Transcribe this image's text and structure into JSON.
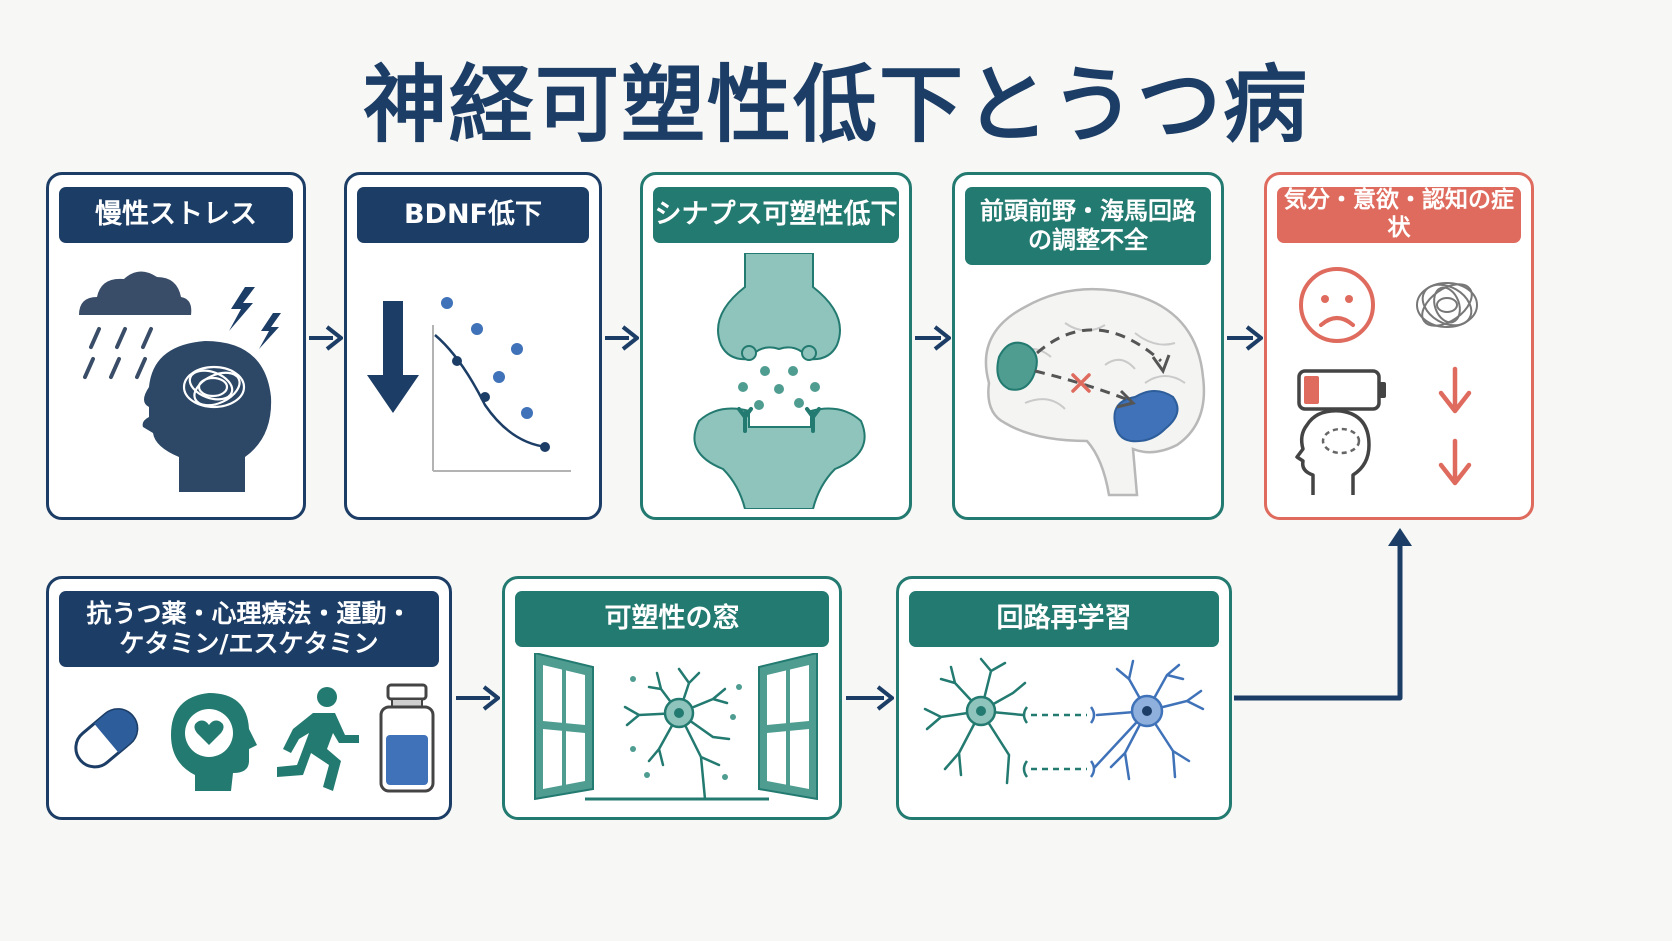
{
  "title": "神経可塑性低下とうつ病",
  "top_row": [
    {
      "label": "慢性ストレス"
    },
    {
      "label": "BDNF低下"
    },
    {
      "label": "シナプス可塑性低下"
    },
    {
      "label_lines": [
        "前頭前野・海馬回路",
        "の調整不全"
      ]
    },
    {
      "label": "気分・意欲・認知の症状"
    }
  ],
  "bottom_row": [
    {
      "label_lines": [
        "抗うつ薬・心理療法・運動・",
        "ケタミン/エスケタミン"
      ]
    },
    {
      "label": "可塑性の窓"
    },
    {
      "label": "回路再学習"
    }
  ],
  "colors": {
    "navy": "#1c3d66",
    "teal": "#237a70",
    "light_teal": "#8fc4bc",
    "blue": "#3f72b8",
    "red": "#de6b5d",
    "background": "#f7f7f5"
  }
}
